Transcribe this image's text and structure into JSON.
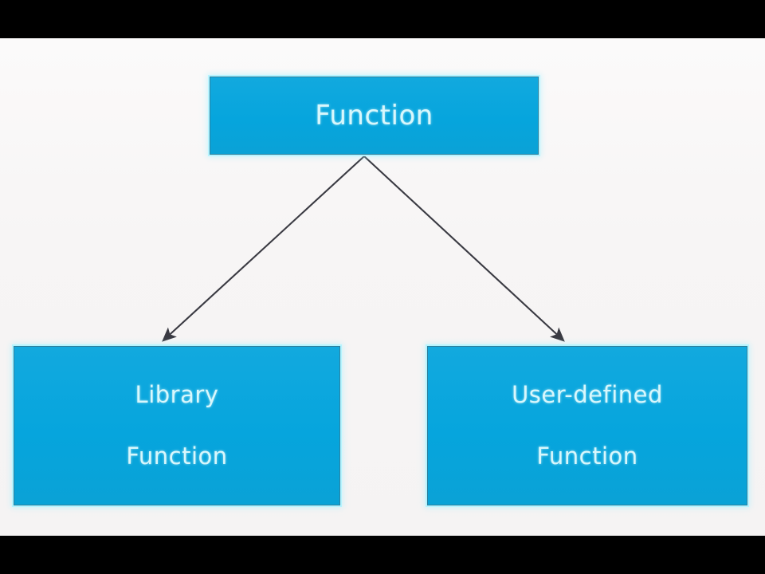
{
  "slide": {
    "background_color": "#f7f5f5",
    "letterbox_color": "#000000",
    "node_fill_color": "#07a6dd",
    "node_border_color": "#2f7f9c",
    "node_glow_color": "#aff3ff",
    "node_text_color": "#d8f7fc",
    "connector_color": "#3a3a42"
  },
  "diagram": {
    "type": "tree",
    "root": {
      "id": "function",
      "label": "Function"
    },
    "children": [
      {
        "id": "library-function",
        "line1": "Library",
        "line2": "Function"
      },
      {
        "id": "user-defined-function",
        "line1": "User-defined",
        "line2": "Function"
      }
    ],
    "connectors": [
      {
        "from": "function",
        "to": "library-function",
        "style": "arrow"
      },
      {
        "from": "function",
        "to": "user-defined-function",
        "style": "arrow"
      }
    ]
  }
}
